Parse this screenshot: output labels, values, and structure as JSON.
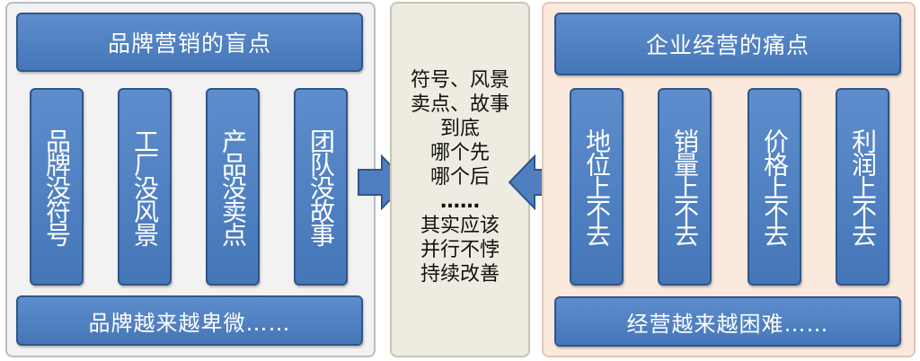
{
  "left": {
    "title": "品牌营销的盲点",
    "columns": [
      "品牌没符号",
      "工厂没风景",
      "产品没卖点",
      "团队没故事"
    ],
    "footer": "品牌越来越卑微……"
  },
  "center": {
    "lines_top": [
      "符号、风景",
      "卖点、故事",
      "到底",
      "哪个先",
      "哪个后"
    ],
    "ellipsis": "……",
    "lines_bottom": [
      "其实应该",
      "并行不悖",
      "持续改善"
    ]
  },
  "right": {
    "title": "企业经营的痛点",
    "columns": [
      "地位上不去",
      "销量上不去",
      "价格上不去",
      "利润上不去"
    ],
    "footer": "经营越来越困难……"
  },
  "colors": {
    "box_blue": "#4f7fc0",
    "box_border": "#2e5689",
    "left_bg": "#f2f2f2",
    "center_bg": "#eeece0",
    "right_bg": "#fbe9de"
  }
}
